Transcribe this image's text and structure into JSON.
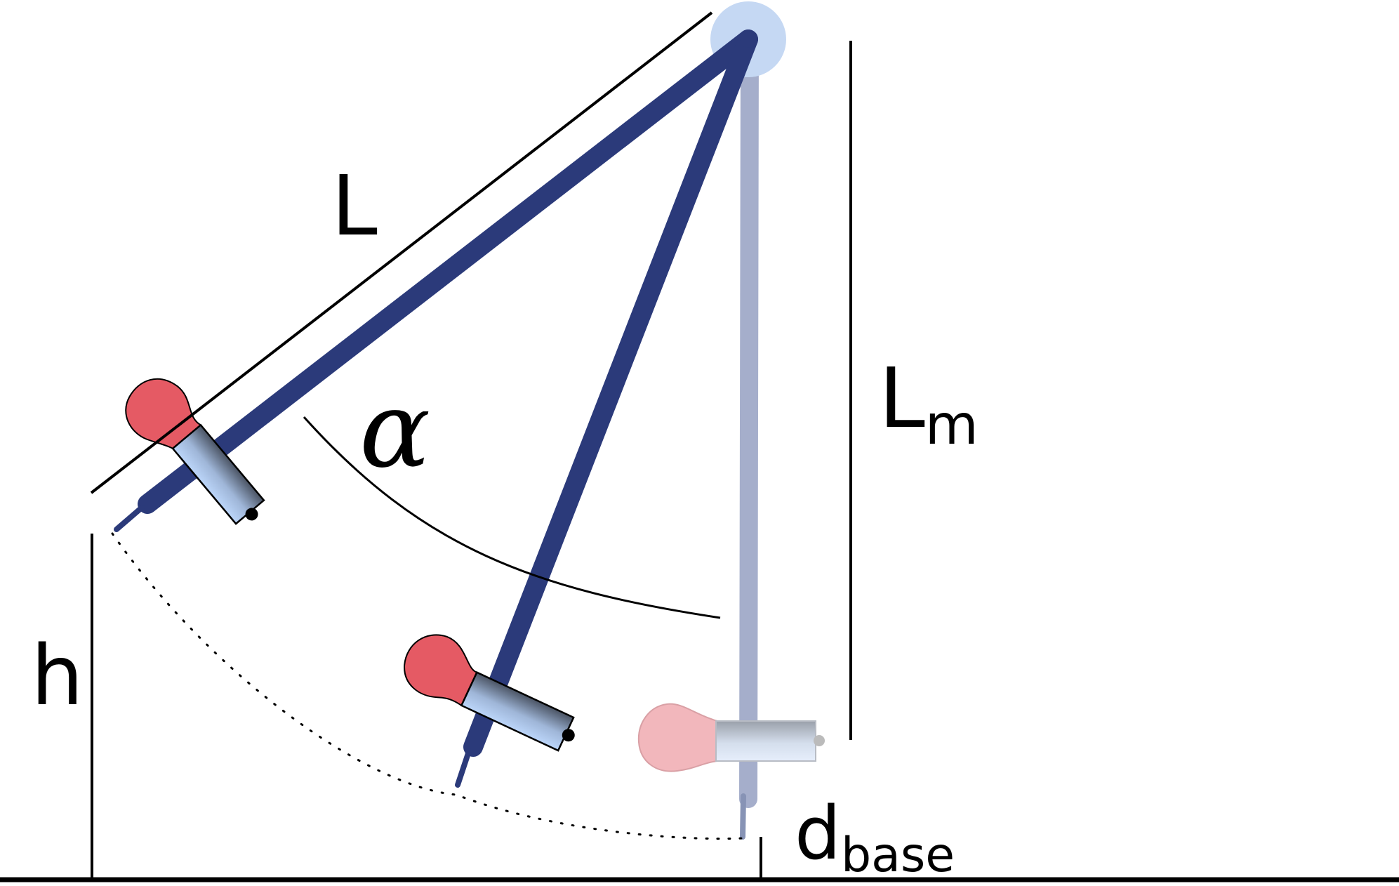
{
  "labels": {
    "L": "L",
    "Lm_main": "L",
    "Lm_sub": "m",
    "alpha": "α",
    "h": "h",
    "dbase_main": "d",
    "dbase_sub": "base"
  },
  "colors": {
    "pendulum": "#2b3a7a",
    "pendulum_faded": "#a5aecb",
    "pivot": "#c5d8f3",
    "bulb": "#e55a64",
    "bulb_faded": "#f2b7bc",
    "sleeve_light": "#b8d2f5",
    "sleeve_dark": "#4a5363",
    "line": "#000000"
  },
  "icons": {
    "pivot": "pivot-circle-icon",
    "bulb": "light-bulb-icon"
  }
}
